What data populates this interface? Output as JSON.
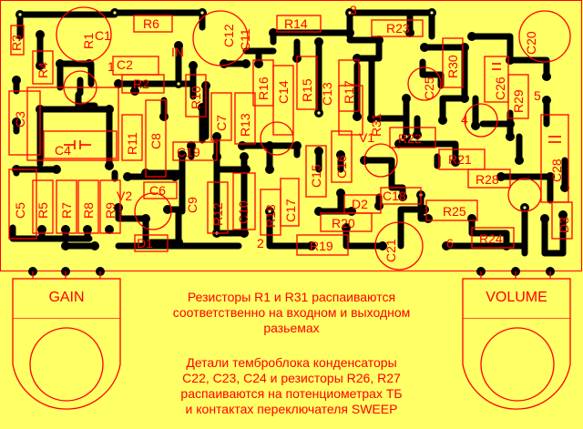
{
  "colors": {
    "background": "#ffff66",
    "trace": "#000000",
    "silkscreen": "#ff0000"
  },
  "resistors": [
    "R1",
    "R2",
    "R3",
    "R4",
    "R5",
    "R6",
    "R7",
    "R8",
    "R9",
    "R10",
    "R11",
    "R12",
    "R13",
    "R14",
    "R15",
    "R16",
    "R17",
    "R18",
    "R19",
    "R20",
    "R21",
    "R22",
    "R23",
    "R24",
    "R25",
    "R28",
    "R29",
    "R30",
    "R31"
  ],
  "capacitors": [
    "C1",
    "C2",
    "C3",
    "C4",
    "C5",
    "C6",
    "C7",
    "C8",
    "C9",
    "C10",
    "C11",
    "C12",
    "C13",
    "C14",
    "C15",
    "C16",
    "C17",
    "C18",
    "C19",
    "C20",
    "C21",
    "C25",
    "C26",
    "C28"
  ],
  "diodes": [
    "D1",
    "D2",
    "D3"
  ],
  "transistors": [
    "V1",
    "V2"
  ],
  "pads": {
    "in": "IN",
    "numbers": [
      "1",
      "2",
      "3",
      "4",
      "5",
      "6"
    ]
  },
  "potentiometers": {
    "gain": "GAIN",
    "volume": "VOLUME"
  },
  "notes": {
    "line1": "Резисторы R1 и R31 распаиваются",
    "line2": "соответственно на входном и выходном",
    "line3": "разьемах",
    "line4": "Детали темброблока конденсаторы",
    "line5": "C22, C23, C24 и резисторы R26, R27",
    "line6": "распаиваются на потенциометрах ТБ",
    "line7": "и контактах переключателя SWEEP"
  }
}
